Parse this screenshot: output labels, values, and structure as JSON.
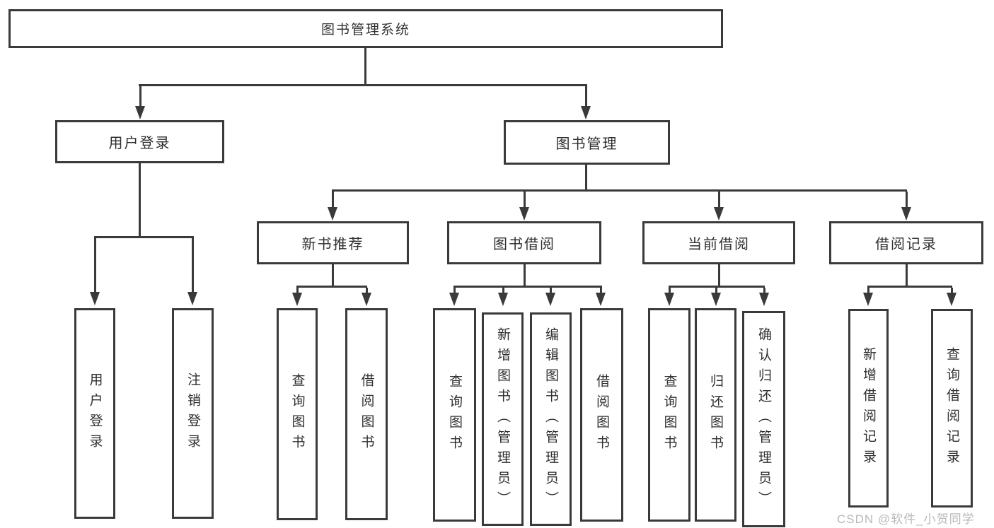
{
  "diagram": {
    "root": {
      "label": "图书管理系统"
    },
    "user_login": {
      "label": "用户登录",
      "children": [
        {
          "label": "用户登录"
        },
        {
          "label": "注销登录"
        }
      ]
    },
    "book_mgmt": {
      "label": "图书管理",
      "children": [
        {
          "label": "新书推荐",
          "children": [
            {
              "label": "查询图书"
            },
            {
              "label": "借阅图书"
            }
          ]
        },
        {
          "label": "图书借阅",
          "children": [
            {
              "label": "查询图书"
            },
            {
              "label": "新增图书（管理员）"
            },
            {
              "label": "编辑图书（管理员）"
            },
            {
              "label": "借阅图书"
            }
          ]
        },
        {
          "label": "当前借阅",
          "children": [
            {
              "label": "查询图书"
            },
            {
              "label": "归还图书"
            },
            {
              "label": "确认归还（管理员）"
            }
          ]
        },
        {
          "label": "借阅记录",
          "children": [
            {
              "label": "新增借阅记录"
            },
            {
              "label": "查询借阅记录"
            }
          ]
        }
      ]
    }
  },
  "watermark": {
    "text": "CSDN @软件_小贺同学"
  },
  "colors": {
    "line": "#3a3a3a",
    "text": "#2f2f2f",
    "watermark": "#b9b9b9",
    "background": "#ffffff"
  }
}
